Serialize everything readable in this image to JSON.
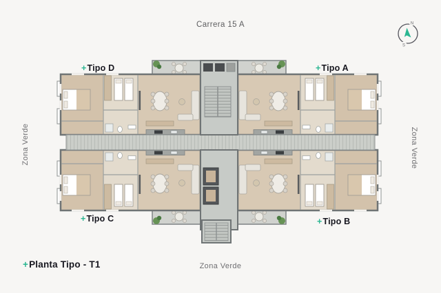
{
  "scene": {
    "background": "#f7f6f4"
  },
  "street": {
    "label": "Carrera 15 A"
  },
  "green_zones": {
    "left": "Zona Verde",
    "right": "Zona Verde",
    "bottom": "Zona Verde"
  },
  "units": {
    "tipo_d": {
      "plus": "+",
      "label": "Tipo D"
    },
    "tipo_a": {
      "plus": "+",
      "label": "Tipo A"
    },
    "tipo_c": {
      "plus": "+",
      "label": "Tipo C"
    },
    "tipo_b": {
      "plus": "+",
      "label": "Tipo B"
    }
  },
  "title": {
    "plus": "+",
    "label": "Planta Tipo - T1"
  },
  "compass": {
    "north": "N",
    "south": "S"
  },
  "colors": {
    "accent_teal": "#2ab691",
    "label_text": "#17171f",
    "muted_text": "#5e5e60",
    "floor_tan": "#d8c9b4",
    "wall_gray": "#6f7475",
    "core_gray": "#c7cbc7",
    "plant_green": "#679355"
  }
}
